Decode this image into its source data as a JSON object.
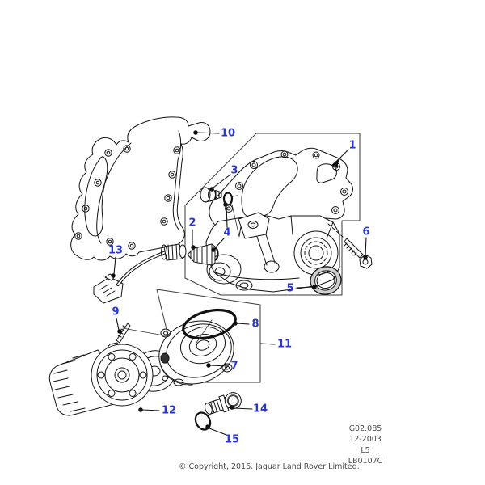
{
  "callouts": [
    {
      "label": "1"
    },
    {
      "label": "2"
    },
    {
      "label": "3"
    },
    {
      "label": "4"
    },
    {
      "label": "5"
    },
    {
      "label": "6"
    },
    {
      "label": "7"
    },
    {
      "label": "8"
    },
    {
      "label": "9"
    },
    {
      "label": "10"
    },
    {
      "label": "11"
    },
    {
      "label": "12"
    },
    {
      "label": "13"
    },
    {
      "label": "14"
    },
    {
      "label": "15"
    }
  ],
  "reference_block": {
    "lines": [
      "G02.085",
      "12-2003",
      "L5",
      "LB0107C"
    ]
  },
  "footer": {
    "copyright": "© Copyright, 2016. Jaguar Land Rover Limited."
  },
  "colors": {
    "callout_blue": "#2836cf",
    "line_art": "#111111",
    "frame_line": "#3a3a3a",
    "footer_text": "#4b4b4b",
    "background": "#ffffff"
  }
}
